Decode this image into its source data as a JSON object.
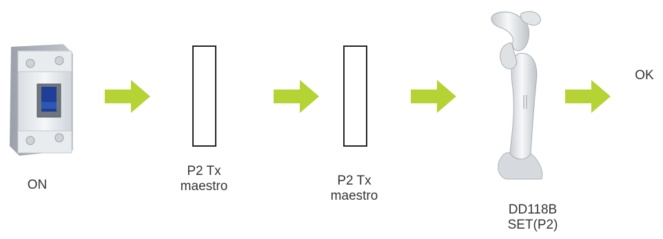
{
  "colors": {
    "arrow": "#b5d334",
    "box_border": "#222222",
    "text": "#333333"
  },
  "steps": [
    {
      "label_line1": "ON",
      "label_line2": ""
    },
    {
      "label_line1": "P2 Tx",
      "label_line2": "maestro"
    },
    {
      "label_line1": "P2 Tx",
      "label_line2": "maestro"
    },
    {
      "label_line1": "DD118B",
      "label_line2": "SET(P2)"
    }
  ],
  "result": {
    "label": "OK"
  },
  "icons": [
    "circuit-breaker-icon",
    "transmitter-box-icon",
    "transmitter-box-icon",
    "dd118b-device-icon",
    "arrow-right-icon"
  ]
}
